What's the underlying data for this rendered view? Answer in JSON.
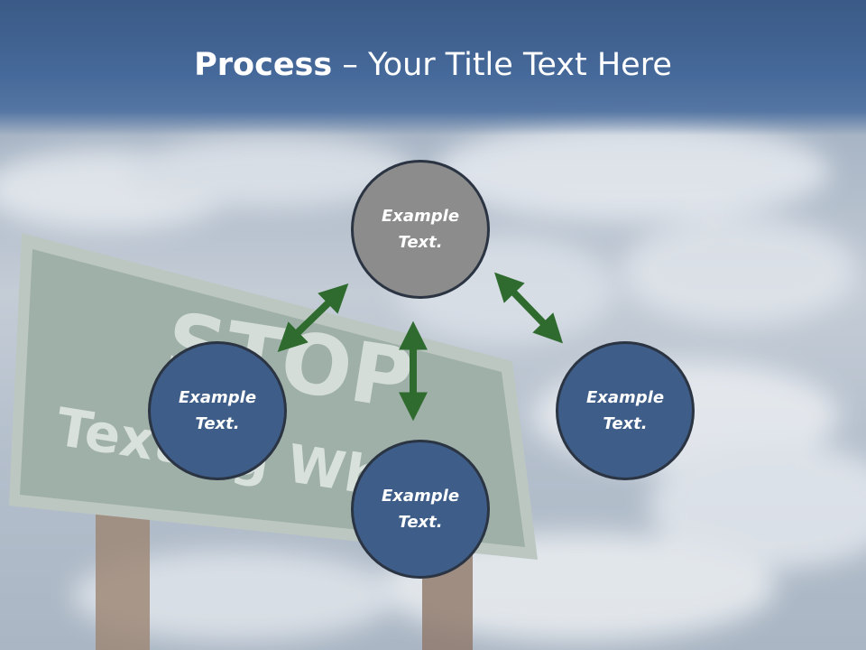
{
  "title": {
    "bold": "Process",
    "rest": " – Your Title Text Here"
  },
  "background_sign": {
    "line1": "STOP",
    "line2": "Texting While"
  },
  "nodes": [
    {
      "id": "top",
      "line1": "Example",
      "line2": "Text.",
      "color": "#8c8c8c"
    },
    {
      "id": "left",
      "line1": "Example",
      "line2": "Text.",
      "color": "#3e5d88"
    },
    {
      "id": "right",
      "line1": "Example",
      "line2": "Text.",
      "color": "#3e5d88"
    },
    {
      "id": "bottom",
      "line1": "Example",
      "line2": "Text.",
      "color": "#3e5d88"
    }
  ],
  "arrow_color": "#2f6b2f"
}
